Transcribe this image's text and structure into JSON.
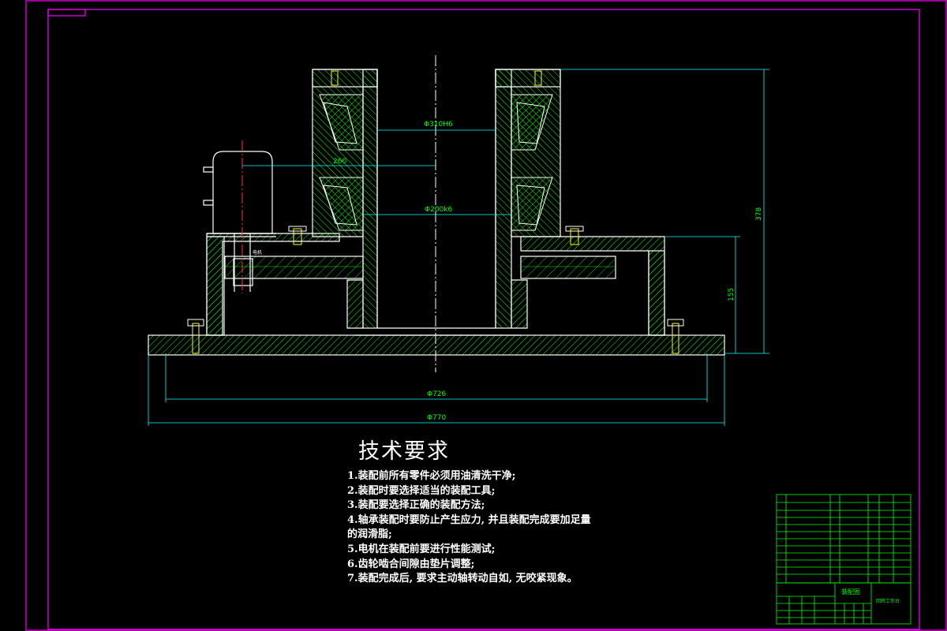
{
  "colors": {
    "background": "#000000",
    "frame": "#ff00ff",
    "outline": "#ffffff",
    "hatch": "#00ff00",
    "centerline": "#ff3333",
    "bolt": "#ffff00",
    "dimension": "#00ffff",
    "dimension_text": "#00ff00",
    "title_block": "#00ff00"
  },
  "dimensions": {
    "bore_fit": "Φ310H6",
    "span_260": "260",
    "shaft_fit": "Φ200k6",
    "overall_height": "378",
    "low_height": "155",
    "bolt_circle": "Φ726",
    "base_diameter": "Φ770"
  },
  "motor_label": "电机",
  "tech_requirements": {
    "title": "技术要求",
    "items": [
      "1.装配前所有零件必须用油清洗干净;",
      "2.装配时要选择适当的装配工具;",
      "3.装配要选择正确的装配方法;",
      "4.轴承装配时要防止产生应力, 并且装配完成要加足量",
      "的润滑脂;",
      "5.电机在装配前要进行性能测试;",
      "6.齿轮啮合间隙由垫片调整;",
      "7.装配完成后, 要求主动轴转动自如, 无咬紧现象。"
    ]
  },
  "title_block": {
    "drawing_name": "装配图",
    "project_name": "回转工作台"
  }
}
